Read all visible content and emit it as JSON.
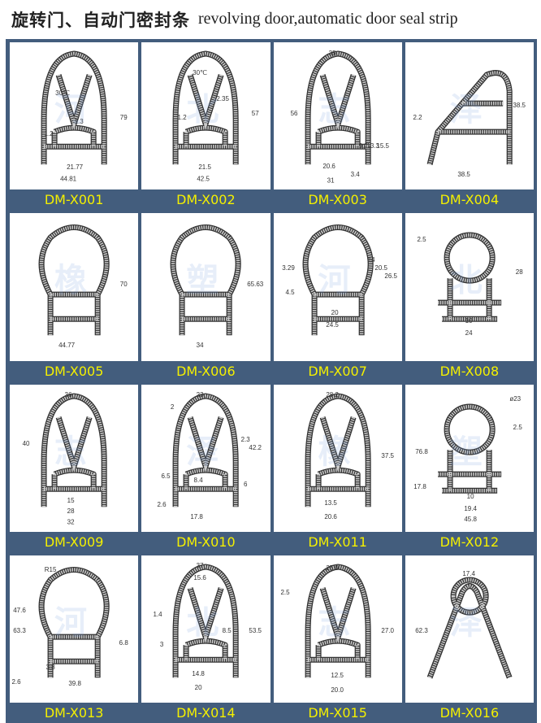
{
  "header": {
    "title_zh": "旋转门、自动门密封条",
    "title_en": "revolving door,automatic door seal strip"
  },
  "watermark": "河北志泽橡塑",
  "colors": {
    "frame": "#435d7d",
    "label_text": "#f4f000"
  },
  "products": [
    {
      "code": "DM-X001",
      "dims": [
        "30℃",
        "1.3",
        "1.2",
        "79",
        "21.77",
        "44.81"
      ]
    },
    {
      "code": "DM-X002",
      "dims": [
        "30℃",
        "2.35",
        "1.2",
        "57",
        "21.5",
        "42.5"
      ]
    },
    {
      "code": "DM-X003",
      "dims": [
        "35",
        "56",
        "20.6",
        "31",
        "3.4",
        "9.2",
        "13.3",
        "15.5"
      ]
    },
    {
      "code": "DM-X004",
      "dims": [
        "2.2",
        "38.5",
        "38.5"
      ]
    },
    {
      "code": "DM-X005",
      "dims": [
        "70",
        "44.77"
      ]
    },
    {
      "code": "DM-X006",
      "dims": [
        "65.63",
        "34"
      ]
    },
    {
      "code": "DM-X007",
      "dims": [
        "3.29",
        "14",
        "20.5",
        "26.5",
        "4.5",
        "20",
        "24.5"
      ]
    },
    {
      "code": "DM-X008",
      "dims": [
        "2.5",
        "28",
        "10",
        "24"
      ]
    },
    {
      "code": "DM-X009",
      "dims": [
        "36",
        "40",
        "15",
        "28",
        "32"
      ]
    },
    {
      "code": "DM-X010",
      "dims": [
        "23",
        "2",
        "2.3",
        "42.2",
        "6.5",
        "8.4",
        "6",
        "2.6",
        "17.8"
      ]
    },
    {
      "code": "DM-X011",
      "dims": [
        "28.2",
        "37.5",
        "13.5",
        "20.6"
      ]
    },
    {
      "code": "DM-X012",
      "dims": [
        "ø23",
        "2.5",
        "76.8",
        "17.8",
        "10",
        "19.4",
        "45.8"
      ]
    },
    {
      "code": "DM-X013",
      "dims": [
        "R15",
        "47.6",
        "63.3",
        "6.8",
        "3.8",
        "2.6",
        "39.8"
      ]
    },
    {
      "code": "DM-X014",
      "dims": [
        "37",
        "15.6",
        "1.4",
        "8.5",
        "53.5",
        "3",
        "14.8",
        "20"
      ]
    },
    {
      "code": "DM-X015",
      "dims": [
        "25.0",
        "2.5",
        "27.0",
        "12.5",
        "20.0"
      ]
    },
    {
      "code": "DM-X016",
      "dims": [
        "17.4",
        "62.3"
      ]
    }
  ]
}
